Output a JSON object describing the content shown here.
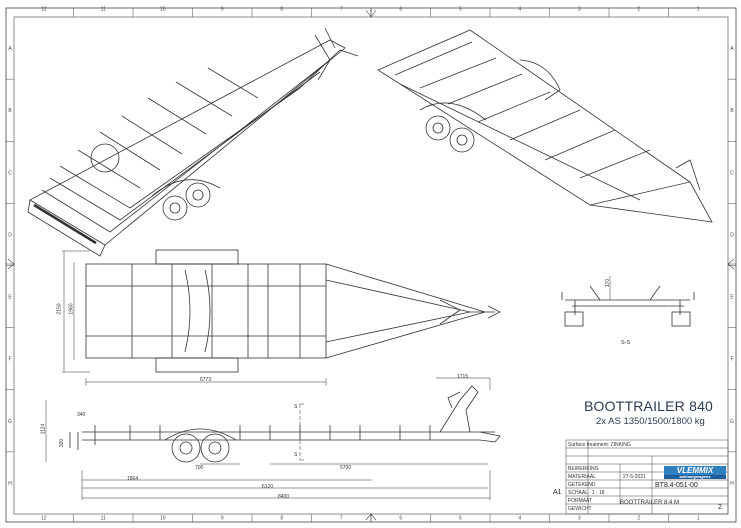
{
  "drawing": {
    "title": "BOOTTRAILER 840",
    "subtitle": "2x AS 1350/1500/1800 kg",
    "section_label": "S-S",
    "section_marker": "S",
    "sheet_size": "A1",
    "scale": "1 : 18",
    "drawing_number": "BT8.4-051-00",
    "part_name": "BOOTTRAILER 8.4 M",
    "sheet_number": "2",
    "date": "27-5-2021"
  },
  "border": {
    "columns": [
      "12",
      "11",
      "10",
      "9",
      "8",
      "7",
      "6",
      "5",
      "4",
      "3",
      "2",
      "1"
    ],
    "rows": [
      "A",
      "B",
      "C",
      "D",
      "E",
      "F",
      "G",
      "H"
    ]
  },
  "dimensions": {
    "top_height_1": "2150",
    "top_height_2": "1960",
    "top_length": "6773",
    "side_1": "340",
    "side_2": "1124",
    "side_3": "320",
    "side_4": "700",
    "side_5": "5700",
    "side_6": "1864",
    "side_7": "6120",
    "side_8": "8400",
    "side_top": "1715",
    "section_dim": "170"
  },
  "logo": {
    "name": "VLEMMIX",
    "tagline": "aanhangwagens"
  },
  "title_block": {
    "surface_note": "Surface treatment: ZINKING",
    "fields": [
      "BEWERKING",
      "MATERIAAL",
      "GETEKEND",
      "SCHAAL",
      "FORMAAT",
      "GEWICHT"
    ]
  }
}
